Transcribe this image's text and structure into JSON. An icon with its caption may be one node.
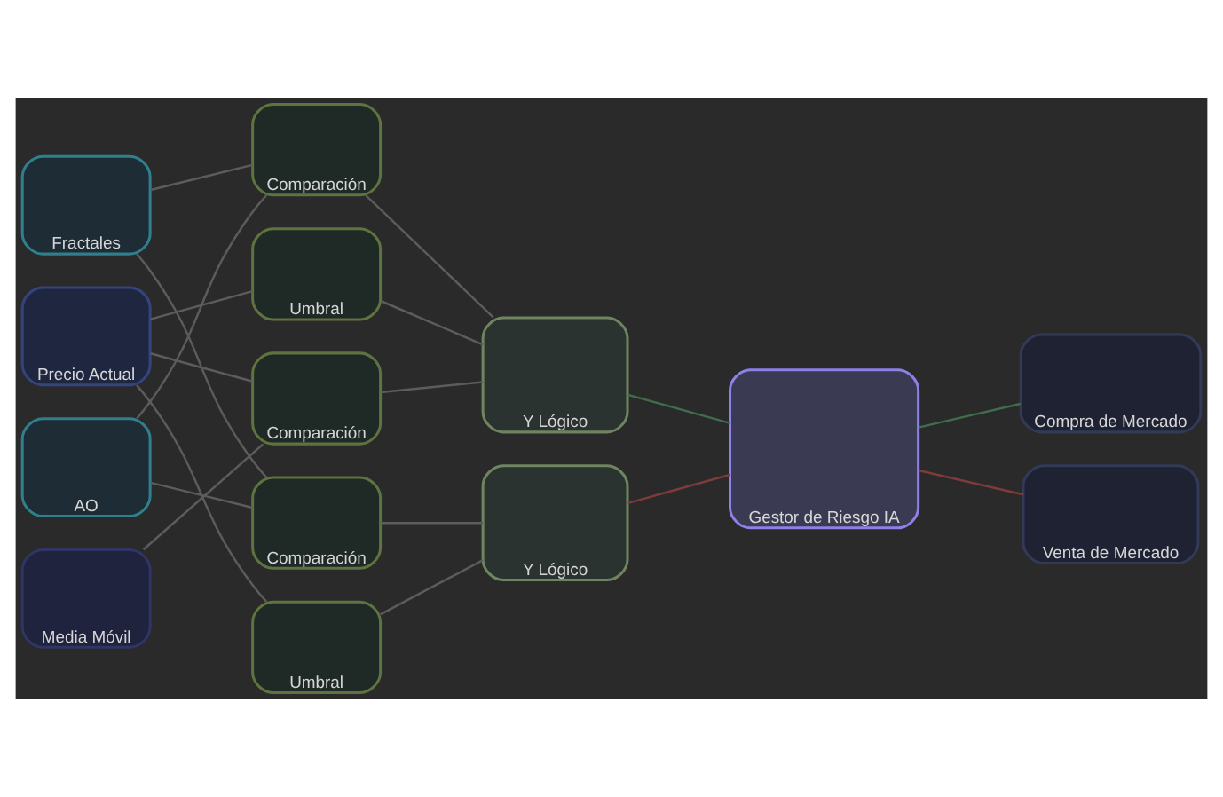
{
  "diagram": {
    "nodes": [
      {
        "text": [
          "Fractales"
        ]
      },
      {
        "text": [
          "Precio Actual"
        ]
      },
      {
        "text": [
          "AO"
        ]
      },
      {
        "text": [
          "Media Móvil"
        ]
      },
      {
        "text": [
          "Comparación"
        ]
      },
      {
        "text": [
          "Umbral"
        ]
      },
      {
        "text": [
          "Comparación"
        ]
      },
      {
        "text": [
          "Comparación"
        ]
      },
      {
        "text": [
          "Umbral"
        ]
      },
      {
        "text": [
          "Y Lógico"
        ]
      },
      {
        "text": [
          "Y Lógico"
        ]
      },
      {
        "text": [
          "Gestor de Riesgo IA"
        ]
      },
      {
        "text": [
          "Compra de Mercado"
        ]
      },
      {
        "text": [
          "Venta de Mercado"
        ]
      }
    ],
    "edges": [
      {
        "from": 0,
        "to": 4,
        "arrow": "none"
      },
      {
        "from": 0,
        "to": 7,
        "arrow": "none"
      },
      {
        "from": 1,
        "to": 5,
        "arrow": "none"
      },
      {
        "from": 1,
        "to": 6,
        "arrow": "none"
      },
      {
        "from": 1,
        "to": 8,
        "arrow": "none"
      },
      {
        "from": 2,
        "to": 4,
        "arrow": "none"
      },
      {
        "from": 2,
        "to": 7,
        "arrow": "none"
      },
      {
        "from": 3,
        "to": 6,
        "arrow": "none"
      },
      {
        "from": 4,
        "to": 9,
        "arrow": "none"
      },
      {
        "from": 5,
        "to": 9,
        "arrow": "none"
      },
      {
        "from": 6,
        "to": 9,
        "arrow": "none"
      },
      {
        "from": 7,
        "to": 10,
        "arrow": "none"
      },
      {
        "from": 8,
        "to": 10,
        "arrow": "none"
      },
      {
        "from": 9,
        "to": 11,
        "arrow": "none",
        "color": "#3f6e4c"
      },
      {
        "from": 10,
        "to": 11,
        "arrow": "none",
        "color": "#7d3b3b"
      },
      {
        "from": 11,
        "to": 12,
        "arrow": "none",
        "color": "#3f6e4c"
      },
      {
        "from": 11,
        "to": 13,
        "arrow": "none",
        "color": "#7d3b3b"
      }
    ]
  }
}
